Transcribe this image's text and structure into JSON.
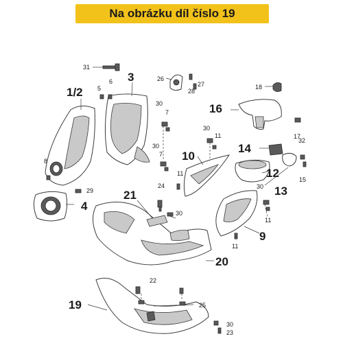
{
  "banner": {
    "title": "Na obrázku díl číslo 19",
    "color": "#f2c21a"
  },
  "callouts": {
    "p31": "31",
    "p3": "3",
    "p26": "26",
    "p27": "27",
    "p28": "28",
    "p1_2": "1/2",
    "p5": "5",
    "p6": "6",
    "p18": "18",
    "p30a": "30",
    "p7a": "7",
    "p16": "16",
    "p30b": "30",
    "p11a": "11",
    "p30c": "30",
    "p7b": "7",
    "p17": "17",
    "p32": "32",
    "p10": "10",
    "p14": "14",
    "p8": "8",
    "p11b": "11",
    "p12": "12",
    "p15": "15",
    "p29": "29",
    "p13": "13",
    "p24": "24",
    "p30d": "30",
    "p21": "21",
    "p4": "4",
    "p11c": "11",
    "p30e": "30",
    "p9": "9",
    "p11d": "11",
    "p20": "20",
    "p22": "22",
    "p25": "25",
    "p19": "19",
    "p30f": "30",
    "p23": "23"
  }
}
